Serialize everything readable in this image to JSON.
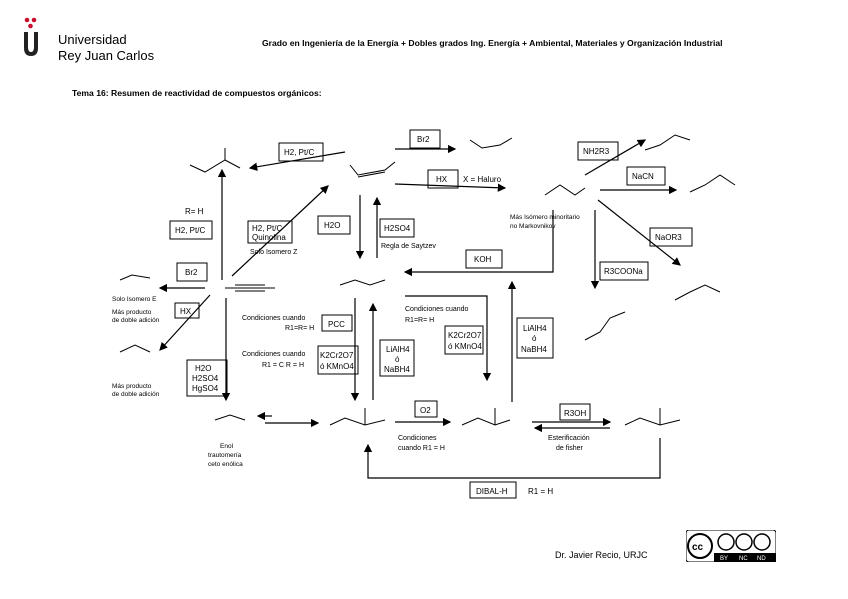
{
  "university": {
    "line1": "Universidad",
    "line2": "Rey Juan Carlos"
  },
  "header": "Grado en Ingeniería de la Energía + Dobles grados Ing. Energía + Ambiental, Materiales y Organización Industrial",
  "title": "Tema 16: Resumen de reactividad de compuestos orgánicos:",
  "footer": "Dr. Javier Recio, URJC",
  "license": {
    "badges": [
      "cc",
      "BY",
      "NC",
      "ND"
    ]
  },
  "reagents": {
    "h2_ptc": "H2, Pt/C",
    "br2_top": "Br2",
    "hx_top": "HX",
    "hx_top_note": "X = Haluro",
    "nh2r3": "NH2R3",
    "nacn": "NaCN",
    "naor3": "NaOR3",
    "r3coona": "R3COONa",
    "r_h": "R= H",
    "h2_ptc_left": "H2, Pt/C",
    "lindlar_1": "H2, Pt/C",
    "lindlar_2": "Quinolina",
    "solo_z": "Solo Isomero Z",
    "h2o": "H2O",
    "h2so4": "H2SO4",
    "saytzev": "Regla de Saytzev",
    "markovnikov_1": "Más Isómero minoritario",
    "markovnikov_2": "no Markovnikov",
    "koh": "KOH",
    "br2_left": "Br2",
    "solo_e": "Solo Isomero E",
    "mas_doble_1": "Más producto",
    "mas_doble_2": "de doble adición",
    "hx_left": "HX",
    "mas_doble2_1": "Más producto",
    "mas_doble2_2": "de doble adición",
    "hydration_1": "H2O",
    "hydration_2": "H2SO4",
    "hydration_3": "HgSO4",
    "cond_pcc": "Condiciones cuando",
    "cond_pcc_2": "R1=R= H",
    "pcc": "PCC",
    "cond_kmno4": "Condiciones cuando",
    "cond_kmno4_2": "R1 = C  R = H",
    "k2cr2o7_1": "K2Cr2O7",
    "k2cr2o7_2": "ó KMnO4",
    "lialh4_1": "LiAlH4",
    "lialh4_2": "ó",
    "lialh4_3": "NaBH4",
    "cond_acid": "Condiciones cuando",
    "cond_acid_2": "R1=R= H",
    "k2cr2o7b_1": "K2Cr2O7",
    "k2cr2o7b_2": "ó KMnO4",
    "lialh4b_1": "LiAlH4",
    "lialh4b_2": "ó",
    "lialh4b_3": "NaBH4",
    "enol_1": "Enol",
    "enol_2": "trautomería",
    "enol_3": "ceto enólica",
    "o2": "O2",
    "cond_o2_1": "Condiciones",
    "cond_o2_2": "cuando R1 = H",
    "r3oh": "R3OH",
    "ester_1": "Esterificación",
    "ester_2": "de fisher",
    "dibal": "DIBAL-H",
    "dibal_note": "R1 = H"
  }
}
